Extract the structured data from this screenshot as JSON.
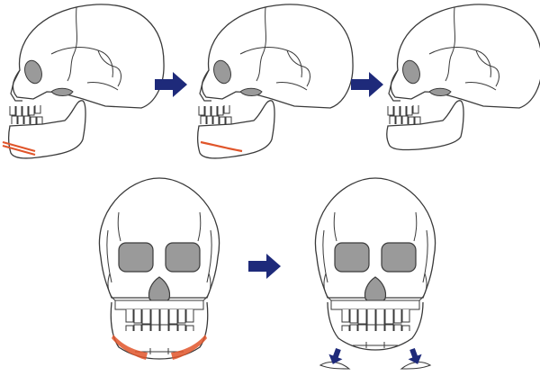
{
  "diagram": {
    "rows": [
      {
        "view": "lateral",
        "steps": [
          "before",
          "resection",
          "after"
        ],
        "arrows": 2
      },
      {
        "view": "frontal",
        "steps": [
          "before",
          "after"
        ],
        "arrows": 1
      }
    ]
  },
  "colors": {
    "outline": "#3a3a3a",
    "bone_fill": "#ffffff",
    "socket_fill": "#9a9a9a",
    "resection": "#e0552a",
    "arrow": "#1e2a7a"
  },
  "icons": {
    "process_arrow": "arrow-right-icon",
    "movement_arrow": "arrow-down-icon"
  }
}
